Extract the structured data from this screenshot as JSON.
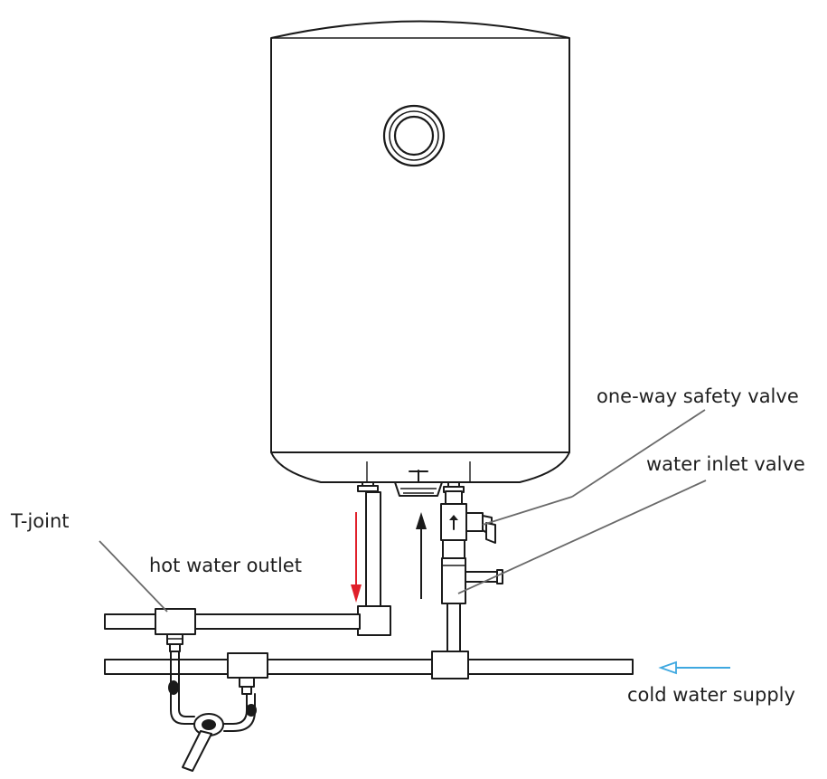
{
  "labels": {
    "safety_valve": "one-way safety valve",
    "inlet_valve": "water inlet valve",
    "t_joint": "T-joint",
    "hot_outlet": "hot water outlet",
    "cold_supply": "cold water supply"
  },
  "colors": {
    "hot_arrow": "#e0202a",
    "cold_arrow": "#3ea8e0",
    "line": "#1a1a1a",
    "leader": "#6a6a6a"
  }
}
